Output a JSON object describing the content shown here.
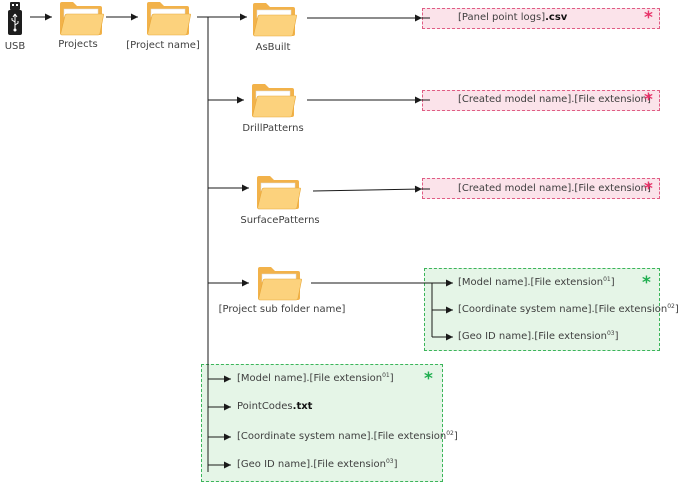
{
  "colors": {
    "folder_back": "#f2b24a",
    "folder_front": "#fcd27d",
    "line": "#1a1a1a",
    "pink_fill": "#fbe3ea",
    "pink_border": "#e05d84",
    "pink_star": "#e8336a",
    "green_fill": "#e5f5e7",
    "green_border": "#3bb55a",
    "green_star": "#1fae4f"
  },
  "nodes": {
    "usb": {
      "label": "USB",
      "icon": "usb-drive-icon"
    },
    "projects": {
      "label": "Projects",
      "icon": "folder-icon"
    },
    "project_name": {
      "label": "[Project name]",
      "icon": "folder-icon"
    },
    "asbuilt": {
      "label": "AsBuilt",
      "icon": "folder-icon"
    },
    "drillpatterns": {
      "label": "DrillPatterns",
      "icon": "folder-icon"
    },
    "surfacepatterns": {
      "label": "SurfacePatterns",
      "icon": "folder-icon"
    },
    "subfolder": {
      "label": "[Project sub folder name]",
      "icon": "folder-icon"
    }
  },
  "files": {
    "asbuilt": {
      "name": "[Panel point logs]",
      "ext": ".csv",
      "star": "*"
    },
    "drill": {
      "name": "[Created model name].[File extension]",
      "star": "*"
    },
    "surface": {
      "name": "[Created model name].[File extension]",
      "star": "*"
    },
    "subfolder": [
      {
        "text": "[Model name].[File extension",
        "sup": "01",
        "close": "]"
      },
      {
        "text": "[Coordinate system name].[File extension",
        "sup": "02",
        "close": "]"
      },
      {
        "text": "[Geo ID name].[File extension",
        "sup": "03",
        "close": "]"
      }
    ],
    "subfolder_star": "*",
    "project": [
      {
        "text": "[Model name].[File extension",
        "sup": "01",
        "close": "]"
      },
      {
        "text": "PointCodes",
        "bold": ".txt"
      },
      {
        "text": "[Coordinate system name].[File extension",
        "sup": "02",
        "close": "]"
      },
      {
        "text": "[Geo ID name].[File extension",
        "sup": "03",
        "close": "]"
      }
    ],
    "project_star": "*"
  }
}
